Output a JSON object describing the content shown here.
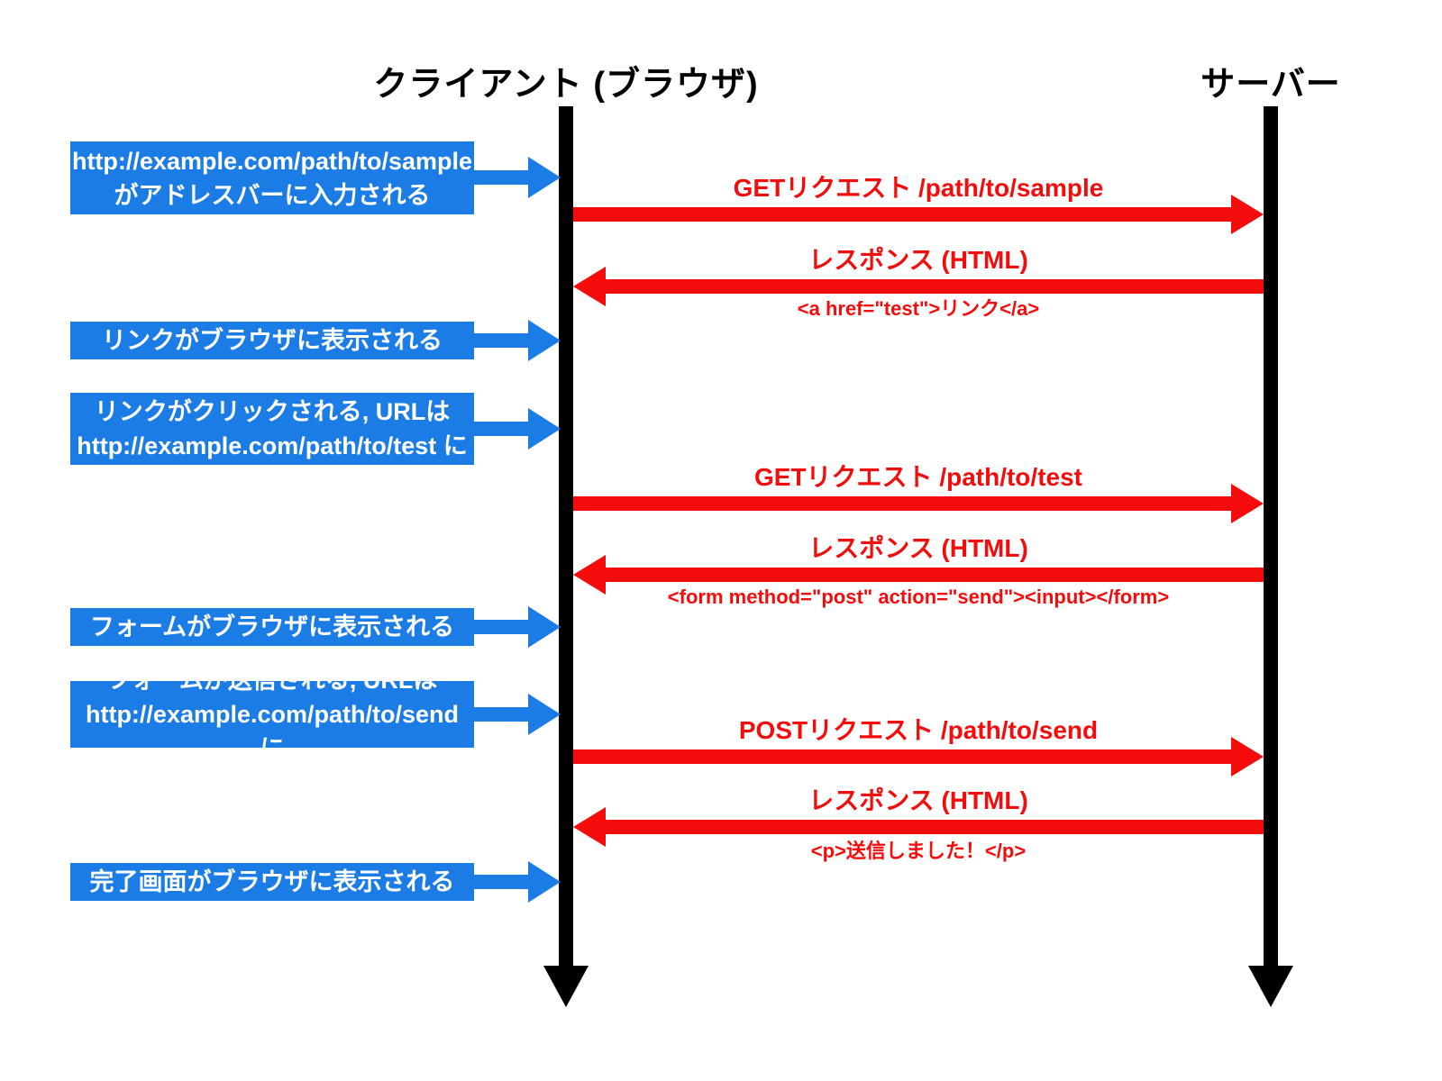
{
  "colors": {
    "blue": "#1b7ce6",
    "red": "#f40c0c",
    "black": "#000000",
    "white": "#ffffff"
  },
  "lifelines": {
    "client": {
      "title": "クライアント (ブラウザ)"
    },
    "server": {
      "title": "サーバー"
    }
  },
  "client_events": [
    {
      "lines": [
        "http://example.com/path/to/sample",
        "がアドレスバーに入力される"
      ]
    },
    {
      "lines": [
        "リンクがブラウザに表示される"
      ]
    },
    {
      "lines": [
        "リンクがクリックされる, URLは",
        "http://example.com/path/to/test に"
      ]
    },
    {
      "lines": [
        "フォームがブラウザに表示される"
      ]
    },
    {
      "lines": [
        "フォームが送信される, URLは",
        "http://example.com/path/to/send に"
      ]
    },
    {
      "lines": [
        "完了画面がブラウザに表示される"
      ]
    }
  ],
  "messages": [
    {
      "direction": "right",
      "label": "GETリクエスト /path/to/sample",
      "sublabel": ""
    },
    {
      "direction": "left",
      "label": "レスポンス (HTML)",
      "sublabel": "<a href=\"test\">リンク</a>"
    },
    {
      "direction": "right",
      "label": "GETリクエスト /path/to/test",
      "sublabel": ""
    },
    {
      "direction": "left",
      "label": "レスポンス (HTML)",
      "sublabel": "<form method=\"post\" action=\"send\"><input></form>"
    },
    {
      "direction": "right",
      "label": "POSTリクエスト /path/to/send",
      "sublabel": ""
    },
    {
      "direction": "left",
      "label": "レスポンス (HTML)",
      "sublabel": "<p>送信しました！</p>"
    }
  ]
}
